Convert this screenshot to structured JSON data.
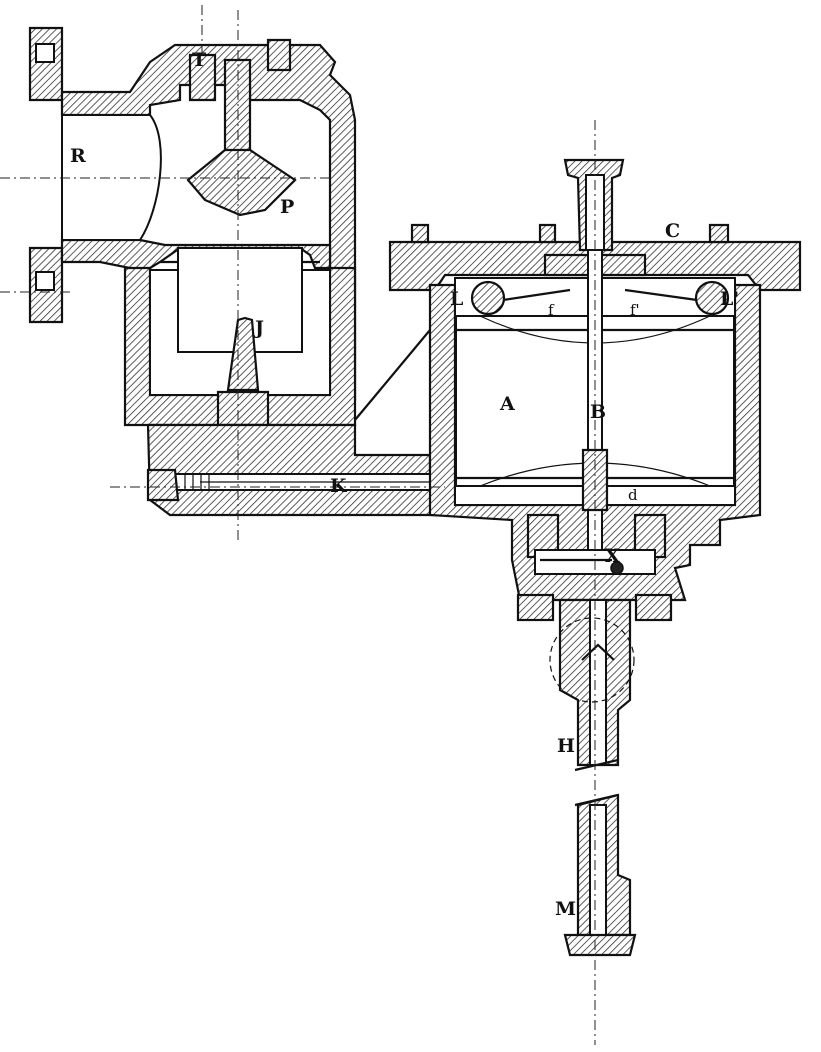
{
  "labels": {
    "R": "R",
    "T": "T",
    "P": "P",
    "J": "J",
    "K": "K",
    "C": "C",
    "L_left": "L",
    "L_right": "L'",
    "f_left": "f",
    "f_right": "f'",
    "A": "A",
    "B": "B",
    "d": "d",
    "X": "X",
    "H": "H",
    "M": "M"
  }
}
